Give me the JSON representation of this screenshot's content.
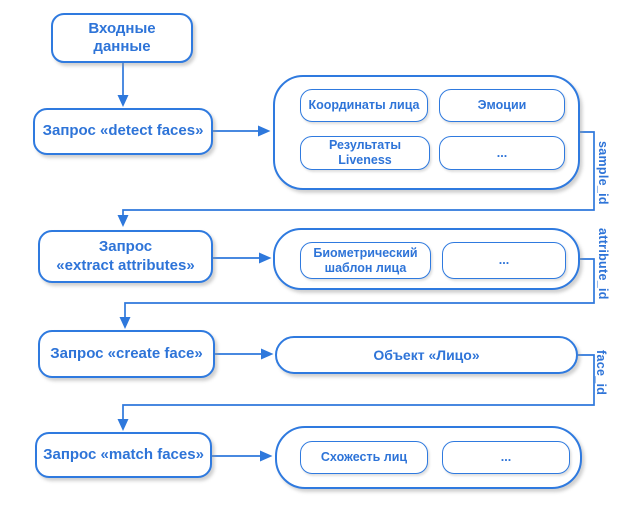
{
  "diagram": {
    "colors": {
      "accent": "#2E74D8",
      "border": "#2F7ADF",
      "connector": "#2E78DC",
      "background": "#ffffff"
    },
    "nodes": {
      "input": {
        "label": "Входные\nданные"
      },
      "detect": {
        "label": "Запрос «detect faces»"
      },
      "extract": {
        "label": "Запрос\n«extract attributes»"
      },
      "create": {
        "label": "Запрос «create face»"
      },
      "match": {
        "label": "Запрос «match faces»"
      }
    },
    "results": {
      "detect": {
        "items": [
          "Координаты лица",
          "Эмоции",
          "Результаты\nLiveness",
          "..."
        ]
      },
      "extract": {
        "items": [
          "Биометрический\nшаблон лица",
          "..."
        ]
      },
      "create": {
        "label": "Объект «Лицо»"
      },
      "match": {
        "items": [
          "Схожесть лиц",
          "..."
        ]
      }
    },
    "edge_labels": {
      "sample": "sample_id",
      "attribute": "attribute_id",
      "face": "face_id"
    }
  }
}
